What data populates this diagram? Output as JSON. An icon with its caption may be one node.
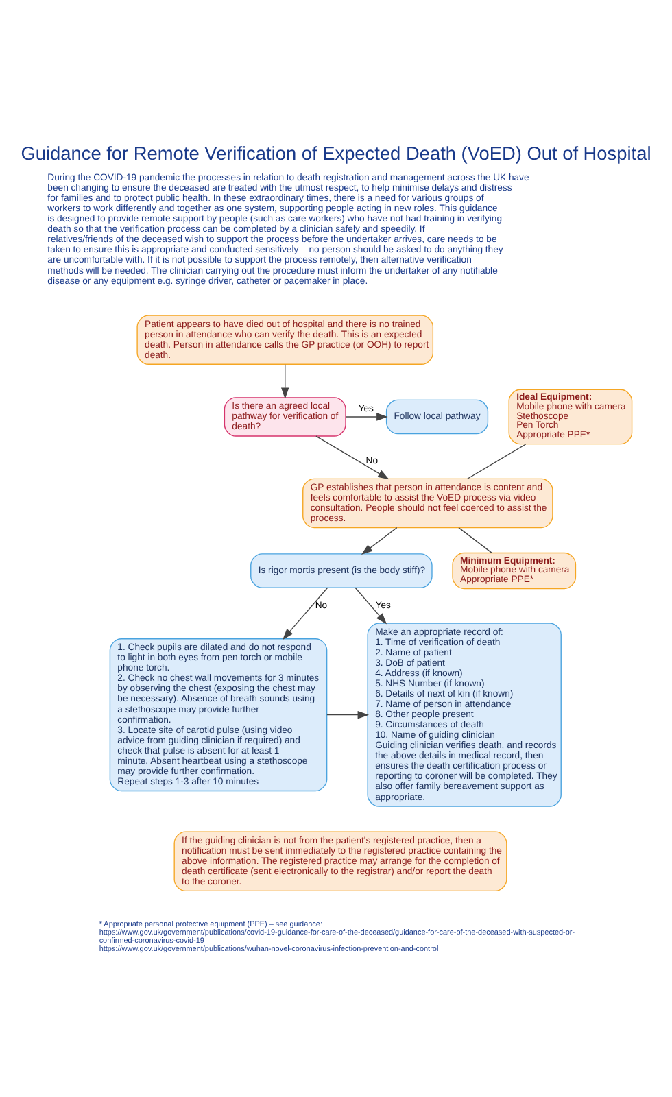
{
  "diagram": {
    "title": "Guidance for Remote Verification of Expected Death (VoED) Out of Hospital",
    "nodes": [
      {
        "text": [
          "Patient appears to have died out of hospital and there is no trained person in attendance who can verify the death. This is an expected death. Person in attendance calls the GP practice (or OOH) to report death."
        ]
      },
      {
        "text": [
          "Ideal Equipment:",
          "Mobile phone with camera",
          "Stethoscope",
          "Pen Torch",
          "Appropriate PPE*"
        ]
      },
      {
        "text": [
          "Is there an agreed local pathway for verification of death?"
        ]
      },
      {
        "text": [
          "Follow local pathway"
        ]
      },
      {
        "text": [
          "GP establishes that person in attendance is content and feels comfortable to assist the VoED process via video consultation. People should not feel coerced to assist the process."
        ]
      },
      {
        "text": [
          "Minimum Equipment:",
          "Mobile phone with camera",
          "Appropriate PPE*"
        ]
      },
      {
        "text": [
          "Is rigor mortis present (is the body stiff)?"
        ]
      },
      {
        "text": [
          "1. Check pupils are dilated and do not respond to light in both eyes from pen torch or mobile phone torch.",
          "2. Check no chest wall movements for 3 minutes by observing the chest (exposing the chest may be necessary). Absence of breath sounds using a stethoscope may provide further confirmation.",
          "3. Locate site of carotid pulse (using video advice from guiding clinician if required) and check that pulse is absent for at least 1 minute. Absent heartbeat using a stethoscope may provide further confirmation.",
          "Repeat steps 1-3 after 10 minutes"
        ]
      },
      {
        "text": [
          "Make an appropriate record of:",
          "1. Time of verification of death",
          "2. Name of patient",
          "3. DoB of patient",
          "4. Address (if known)",
          "5. NHS Number (if known)",
          "6. Details of next of kin (if known)",
          "7. Name of person in attendance",
          "8. Other people present",
          "9. Circumstances of death",
          "10. Name of guiding clinician",
          "Guiding clinician verifies death, and records the above details in medical record, then ensures the death certification process or reporting to coroner will be completed. They also offer family bereavement support as appropriate."
        ]
      },
      {
        "text": [
          "If the guiding clinician is not from the patient's registered practice, then a notification must be sent immediately to the registered practice containing the above information. The registered practice may arrange for the completion of death certificate (sent electronically to the registrar) and/or report the death to the coroner."
        ]
      }
    ],
    "edges": [
      {
        "from": 0,
        "to": 2,
        "arrow": "to"
      },
      {
        "from": 2,
        "to": 3,
        "arrow": "to",
        "label": "Yes"
      },
      {
        "from": 2,
        "to": 4,
        "arrow": "to",
        "label": "No"
      },
      {
        "from": 1,
        "to": 4,
        "arrow": "none"
      },
      {
        "from": 5,
        "to": 4,
        "arrow": "none"
      },
      {
        "from": 4,
        "to": 6,
        "arrow": "to"
      },
      {
        "from": 6,
        "to": 7,
        "arrow": "to",
        "label": "No"
      },
      {
        "from": 6,
        "to": 8,
        "arrow": "to",
        "label": "Yes"
      },
      {
        "from": 7,
        "to": 8,
        "arrow": "to"
      }
    ],
    "labels": [
      "During the COVID-19 pandemic the processes in relation to death registration and management across the UK have been changing to ensure the deceased are treated with the utmost respect, to help minimise delays and distress for families and to protect public health. In these extraordinary times, there is a need for various groups of workers to work differently and together as one system, supporting people acting in new roles. This guidance is designed to provide remote support by people (such as care workers) who have not had training in verifying death so that the verification process can be completed by a clinician safely and speedily. If relatives/friends of the deceased wish to support the process before the undertaker arrives, care needs to be taken to ensure this is appropriate and conducted sensitively – no person should be asked to do anything they are uncomfortable with. If it is not possible to support the process remotely, then alternative verification methods will be needed. The clinician carrying out the procedure must inform the undertaker of any notifiable disease or any equipment e.g. syringe driver, catheter or pacemaker in place.",
      "* Appropriate personal protective equipment (PPE) – see guidance:",
      "https://www.gov.uk/government/publications/covid-19-guidance-for-care-of-the-deceased/guidance-for-care-of-the-deceased-with-suspected-or-confirmed-coronavirus-covid-19",
      "https://www.gov.uk/government/publications/wuhan-novel-coronavirus-infection-prevention-and-control"
    ]
  }
}
